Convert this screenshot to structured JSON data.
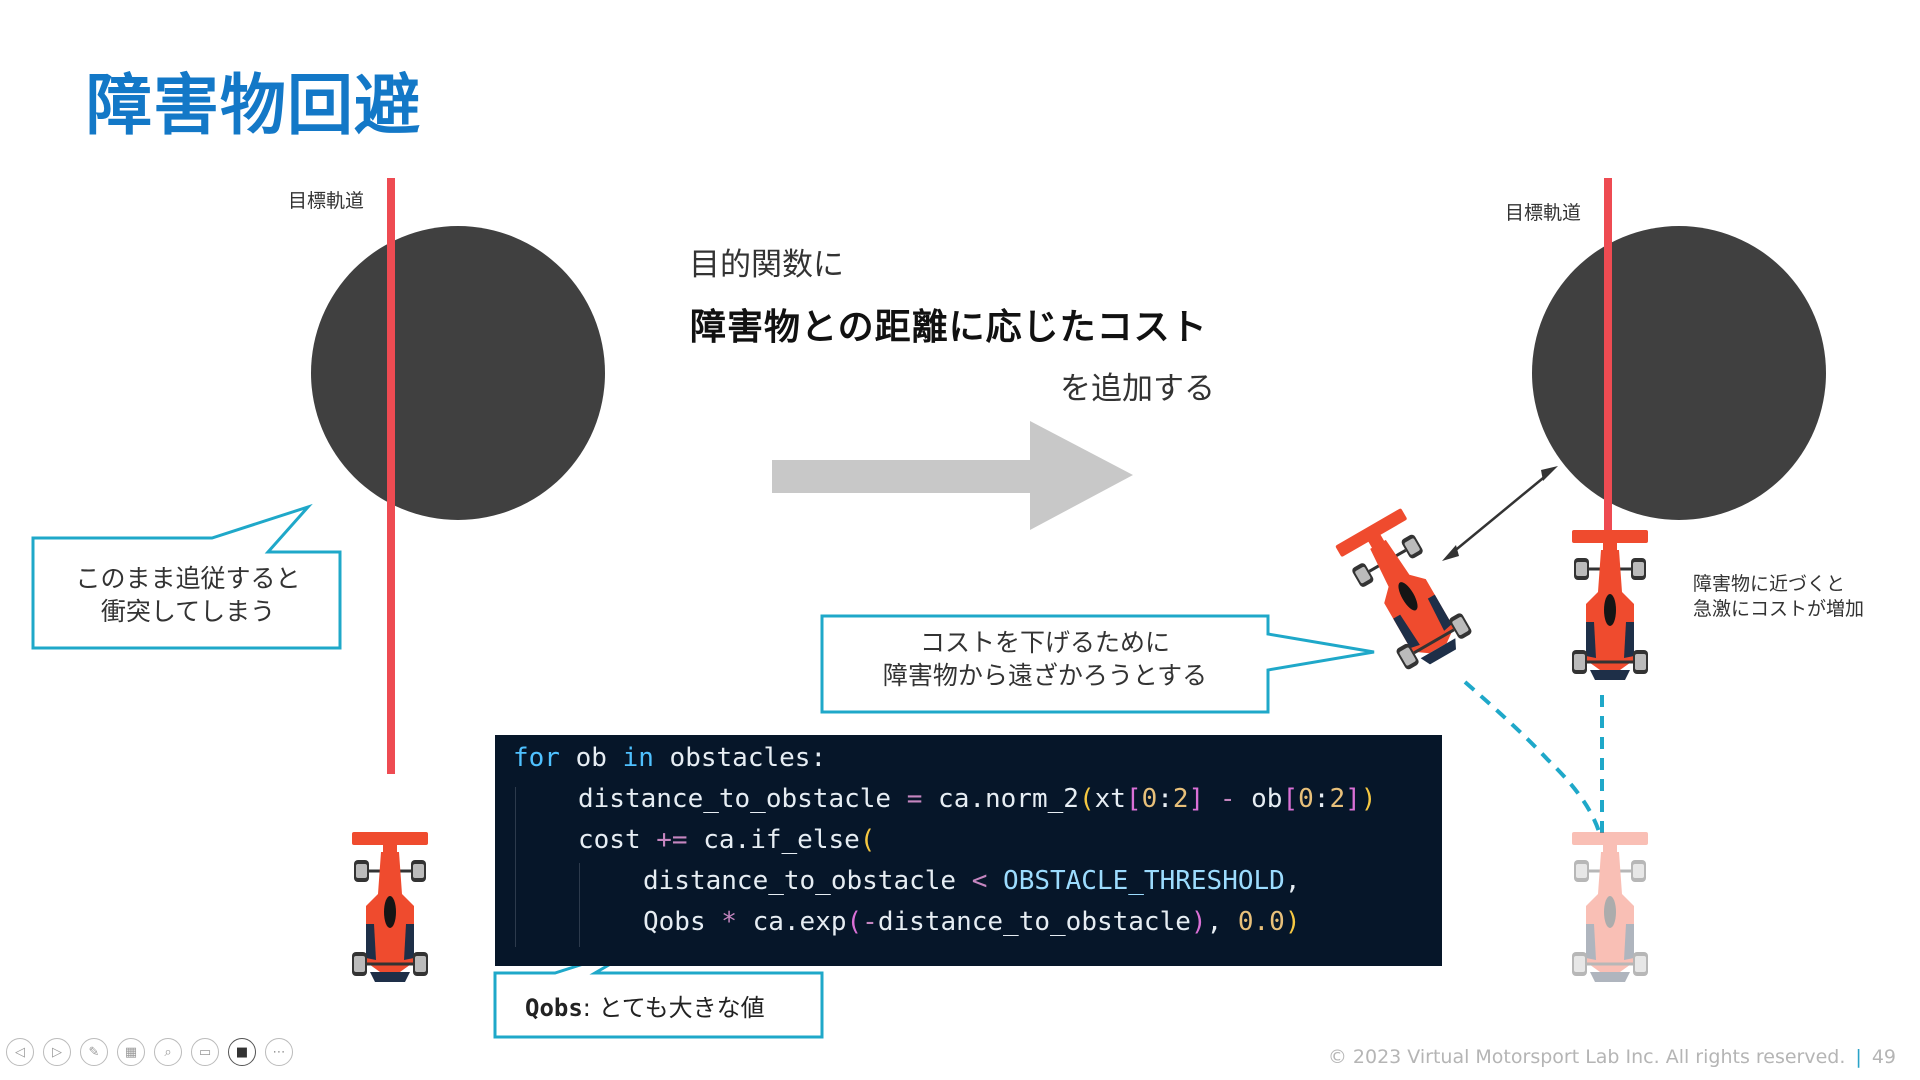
{
  "slide": {
    "title": "障害物回避",
    "left": {
      "track_label": "目標軌道",
      "callout": [
        "このまま追従すると",
        "衝突してしまう"
      ]
    },
    "center": {
      "line1": "目的関数に",
      "line2": "障害物との距離に応じたコスト",
      "line3": "を追加する"
    },
    "right": {
      "track_label": "目標軌道",
      "callout": [
        "コストを下げるために",
        "障害物から遠ざかろうとする"
      ],
      "note": [
        "障害物に近づくと",
        "急激にコストが増加"
      ]
    },
    "code": {
      "l1": {
        "kw1": "for",
        "a": " ob ",
        "kw2": "in",
        "b": " obstacles:"
      },
      "l2": {
        "a": "distance_to_obstacle ",
        "op1": "=",
        "b": " ca.norm_2",
        "p1": "(",
        "c": "xt",
        "s1": "[",
        "n1": "0",
        "d": ":",
        "n2": "2",
        "s2": "]",
        "e": " ",
        "op2": "-",
        "f": " ob",
        "s3": "[",
        "n3": "0",
        "g": ":",
        "n4": "2",
        "s4": "]",
        "p2": ")"
      },
      "l3": {
        "a": "cost ",
        "op1": "+=",
        "b": " ca.if_else",
        "p1": "("
      },
      "l4": {
        "a": "distance_to_obstacle ",
        "op1": "<",
        "c": " OBSTACLE_THRESHOLD",
        "d": ","
      },
      "l5": {
        "a": "Qobs ",
        "op1": "*",
        "b": " ca.exp",
        "p1": "(",
        "op2": "-",
        "c": "distance_to_obstacle",
        "p2": ")",
        "d": ", ",
        "n1": "0.0",
        "p3": ")"
      }
    },
    "qobs": {
      "label": "Qobs",
      "text": ": とても大きな値"
    },
    "footer": {
      "copyright": "© 2023 Virtual Motorsport Lab Inc. All rights reserved.",
      "sep": "|",
      "page": "49"
    },
    "colors": {
      "title": "#1378c7",
      "track": "#ee4b52",
      "obstacle": "#404040",
      "callout_border": "#1fa8c9",
      "code_bg": "#061629",
      "arrow": "#c8c8c8",
      "car_red": "#ef4b2e"
    },
    "toolbar": [
      "prev-icon",
      "next-icon",
      "pen-icon",
      "slides-icon",
      "zoom-icon",
      "subtitles-icon",
      "camera-icon",
      "more-icon"
    ]
  }
}
